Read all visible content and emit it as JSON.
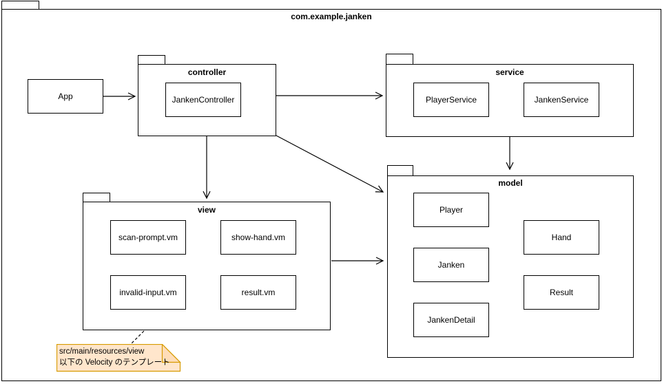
{
  "root_package_label": "com.example.janken",
  "app": {
    "label": "App"
  },
  "packages": {
    "controller": {
      "label": "controller",
      "classes": [
        "JankenController"
      ]
    },
    "service": {
      "label": "service",
      "classes": [
        "PlayerService",
        "JankenService"
      ]
    },
    "view": {
      "label": "view",
      "classes": [
        "scan-prompt.vm",
        "show-hand.vm",
        "invalid-input.vm",
        "result.vm"
      ]
    },
    "model": {
      "label": "model",
      "classes": [
        "Player",
        "Janken",
        "JankenDetail",
        "Hand",
        "Result"
      ]
    }
  },
  "note": {
    "lines": [
      "src/main/resources/view",
      "以下の Velocity のテンプレート"
    ],
    "fill": "#ffe6cc",
    "fold_fill": "#ffddb8",
    "border": "#d79b00"
  },
  "edges": [
    {
      "from": "App",
      "to": "controller",
      "style": "solid-open-arrow"
    },
    {
      "from": "controller",
      "to": "service",
      "style": "solid-open-arrow"
    },
    {
      "from": "controller",
      "to": "view",
      "style": "solid-open-arrow"
    },
    {
      "from": "controller",
      "to": "model",
      "style": "solid-open-arrow"
    },
    {
      "from": "service",
      "to": "model",
      "style": "solid-open-arrow"
    },
    {
      "from": "view",
      "to": "model",
      "style": "solid-open-arrow"
    },
    {
      "from": "view",
      "to": "note",
      "style": "dashed"
    }
  ],
  "colors": {
    "line": "#000000",
    "background": "#ffffff"
  }
}
